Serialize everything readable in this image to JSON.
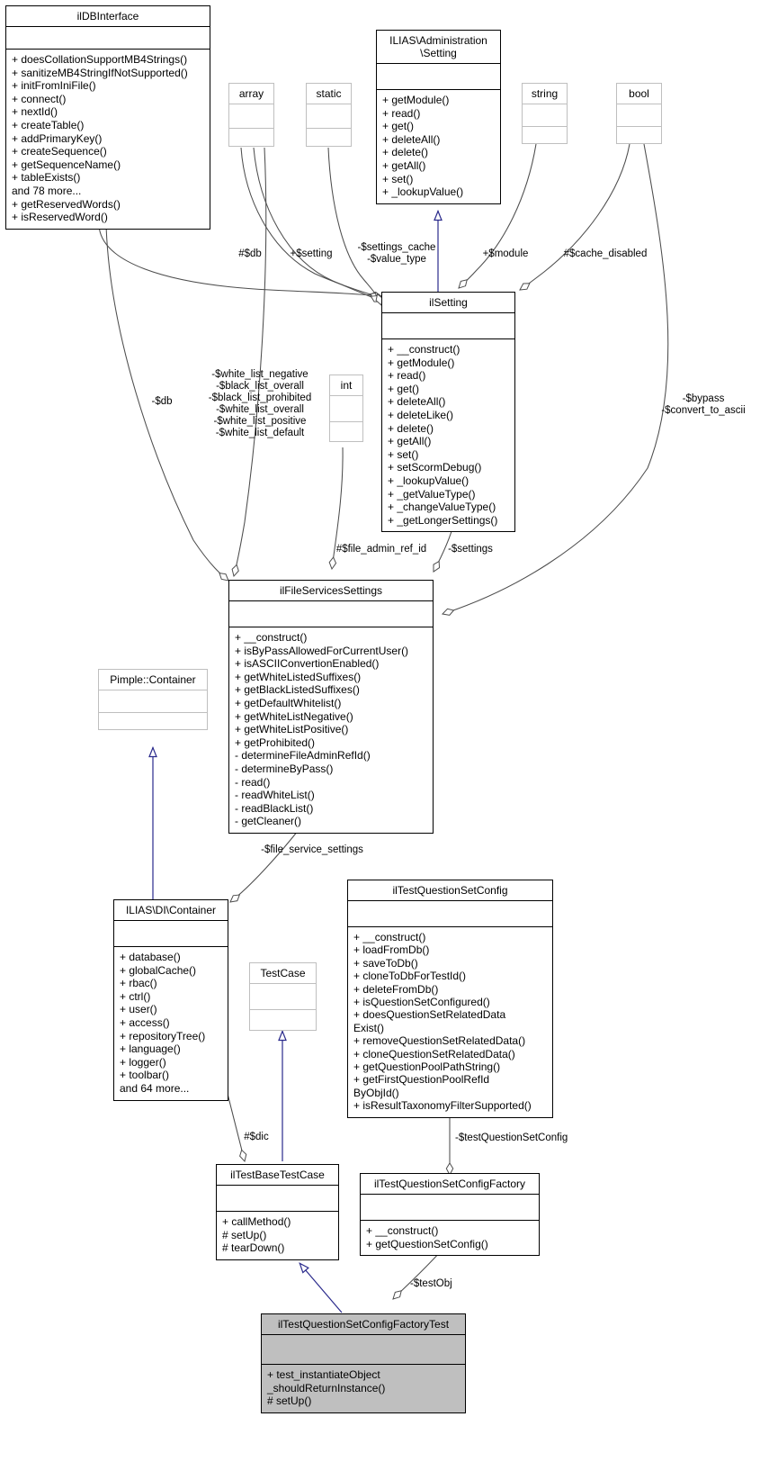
{
  "diagram": {
    "kind": "uml-class-diagram",
    "background": "#ffffff",
    "colors": {
      "class_border": "#000000",
      "type_box_border": "#bfbfbf",
      "inheritance_line": "#2a2a8c",
      "association_line": "#4d4d4d",
      "highlight_fill": "#bfbfbf"
    }
  },
  "nodes": {
    "ilDBInterface": {
      "name": "ilDBInterface",
      "attributes": "",
      "operations": "+ doesCollationSupportMB4Strings()\n+ sanitizeMB4StringIfNotSupported()\n+ initFromIniFile()\n+ connect()\n+ nextId()\n+ createTable()\n+ addPrimaryKey()\n+ createSequence()\n+ getSequenceName()\n+ tableExists()\nand 78 more...\n+ getReservedWords()\n+ isReservedWord()"
    },
    "array": {
      "name": "array"
    },
    "static": {
      "name": "static"
    },
    "setting": {
      "name": "ILIAS\\Administration\n\\Setting",
      "attributes": "",
      "operations": "+ getModule()\n+ read()\n+ get()\n+ deleteAll()\n+ delete()\n+ getAll()\n+ set()\n+ _lookupValue()"
    },
    "string": {
      "name": "string"
    },
    "bool": {
      "name": "bool"
    },
    "int": {
      "name": "int"
    },
    "ilSetting": {
      "name": "ilSetting",
      "attributes": "",
      "operations": "+ __construct()\n+ getModule()\n+ read()\n+ get()\n+ deleteAll()\n+ deleteLike()\n+ delete()\n+ getAll()\n+ set()\n+ setScormDebug()\n+ _lookupValue()\n+ _getValueType()\n+ _changeValueType()\n+ _getLongerSettings()"
    },
    "ilFileServicesSettings": {
      "name": "ilFileServicesSettings",
      "attributes": "",
      "operations": "+ __construct()\n+ isByPassAllowedForCurrentUser()\n+ isASCIIConvertionEnabled()\n+ getWhiteListedSuffixes()\n+ getBlackListedSuffixes()\n+ getDefaultWhitelist()\n+ getWhiteListNegative()\n+ getWhiteListPositive()\n+ getProhibited()\n- determineFileAdminRefId()\n- determineByPass()\n- read()\n- readWhiteList()\n- readBlackList()\n- getCleaner()"
    },
    "pimpleContainer": {
      "name": "Pimple::Container"
    },
    "diContainer": {
      "name": "ILIAS\\DI\\Container",
      "attributes": "",
      "operations": "+ database()\n+ globalCache()\n+ rbac()\n+ ctrl()\n+ user()\n+ access()\n+ repositoryTree()\n+ language()\n+ logger()\n+ toolbar()\nand 64 more..."
    },
    "testCase": {
      "name": "TestCase"
    },
    "ilTestQuestionSetConfig": {
      "name": "ilTestQuestionSetConfig",
      "attributes": "",
      "operations": "+ __construct()\n+ loadFromDb()\n+ saveToDb()\n+ cloneToDbForTestId()\n+ deleteFromDb()\n+ isQuestionSetConfigured()\n+ doesQuestionSetRelatedData\nExist()\n+ removeQuestionSetRelatedData()\n+ cloneQuestionSetRelatedData()\n+ getQuestionPoolPathString()\n+ getFirstQuestionPoolRefId\nByObjId()\n+ isResultTaxonomyFilterSupported()"
    },
    "ilTestBaseTestCase": {
      "name": "ilTestBaseTestCase",
      "attributes": "",
      "operations": "+ callMethod()\n# setUp()\n# tearDown()"
    },
    "ilTestQuestionSetConfigFactory": {
      "name": "ilTestQuestionSetConfigFactory",
      "attributes": "",
      "operations": "+ __construct()\n+ getQuestionSetConfig()"
    },
    "ilTestQuestionSetConfigFactoryTest": {
      "name": "ilTestQuestionSetConfigFactoryTest",
      "attributes": "",
      "operations": "+ test_instantiateObject\n_shouldReturnInstance()\n# setUp()"
    }
  },
  "edge_labels": {
    "db_protected": "#$db",
    "setting_public": "+$setting",
    "settings_cache": "-$settings_cache\n-$value_type",
    "module": "+$module",
    "cache_disabled": "#$cache_disabled",
    "db_private": "-$db",
    "white_black_lists": "-$white_list_negative\n-$black_list_overall\n-$black_list_prohibited\n-$white_list_overall\n-$white_list_positive\n-$white_list_default",
    "bypass_convert": "-$bypass\n-$convert_to_ascii",
    "file_admin_ref_id": "#$file_admin_ref_id",
    "settings": "-$settings",
    "file_service_settings": "-$file_service_settings",
    "dic": "#$dic",
    "test_question_set_config": "-$testQuestionSetConfig",
    "test_obj": "-$testObj"
  }
}
